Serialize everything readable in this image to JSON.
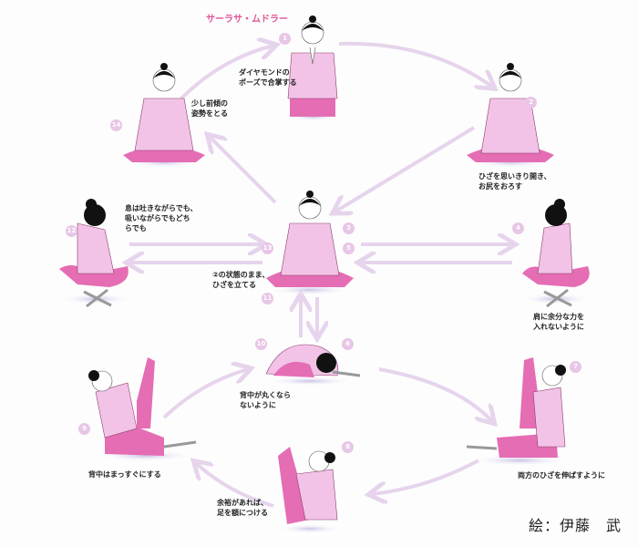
{
  "title": "サーラサ・ムドラー",
  "credit": "絵：伊藤　武",
  "colors": {
    "arrow": "#e6d4ec",
    "badge": "#e8c6e6",
    "shirt": "#f2c3e6",
    "pants": "#e46db4",
    "title": "#e0559a"
  },
  "steps": [
    {
      "num": "1",
      "caption": "ダイヤモンドの\nポーズで合掌する"
    },
    {
      "num": "2",
      "caption": "ひざを思いきり開き、\nお尻をおろす"
    },
    {
      "num": "3"
    },
    {
      "num": "4",
      "caption": "肩に余分な力を\n入れないように"
    },
    {
      "num": "5"
    },
    {
      "num": "6",
      "caption": "背中が丸くなら\nないように"
    },
    {
      "num": "7",
      "caption": "両方のひざを伸ばすように"
    },
    {
      "num": "8",
      "caption": "余裕があれば、\n足を額につける"
    },
    {
      "num": "9",
      "caption": "背中はまっすぐにする"
    },
    {
      "num": "10"
    },
    {
      "num": "11",
      "caption": "②の状態のまま、\nひざを立てる"
    },
    {
      "num": "12",
      "caption": "息は吐きながらでも、\n吸いながらでもどち\nらでも"
    },
    {
      "num": "13"
    },
    {
      "num": "14",
      "caption": "少し前傾の\n姿勢をとる"
    }
  ]
}
